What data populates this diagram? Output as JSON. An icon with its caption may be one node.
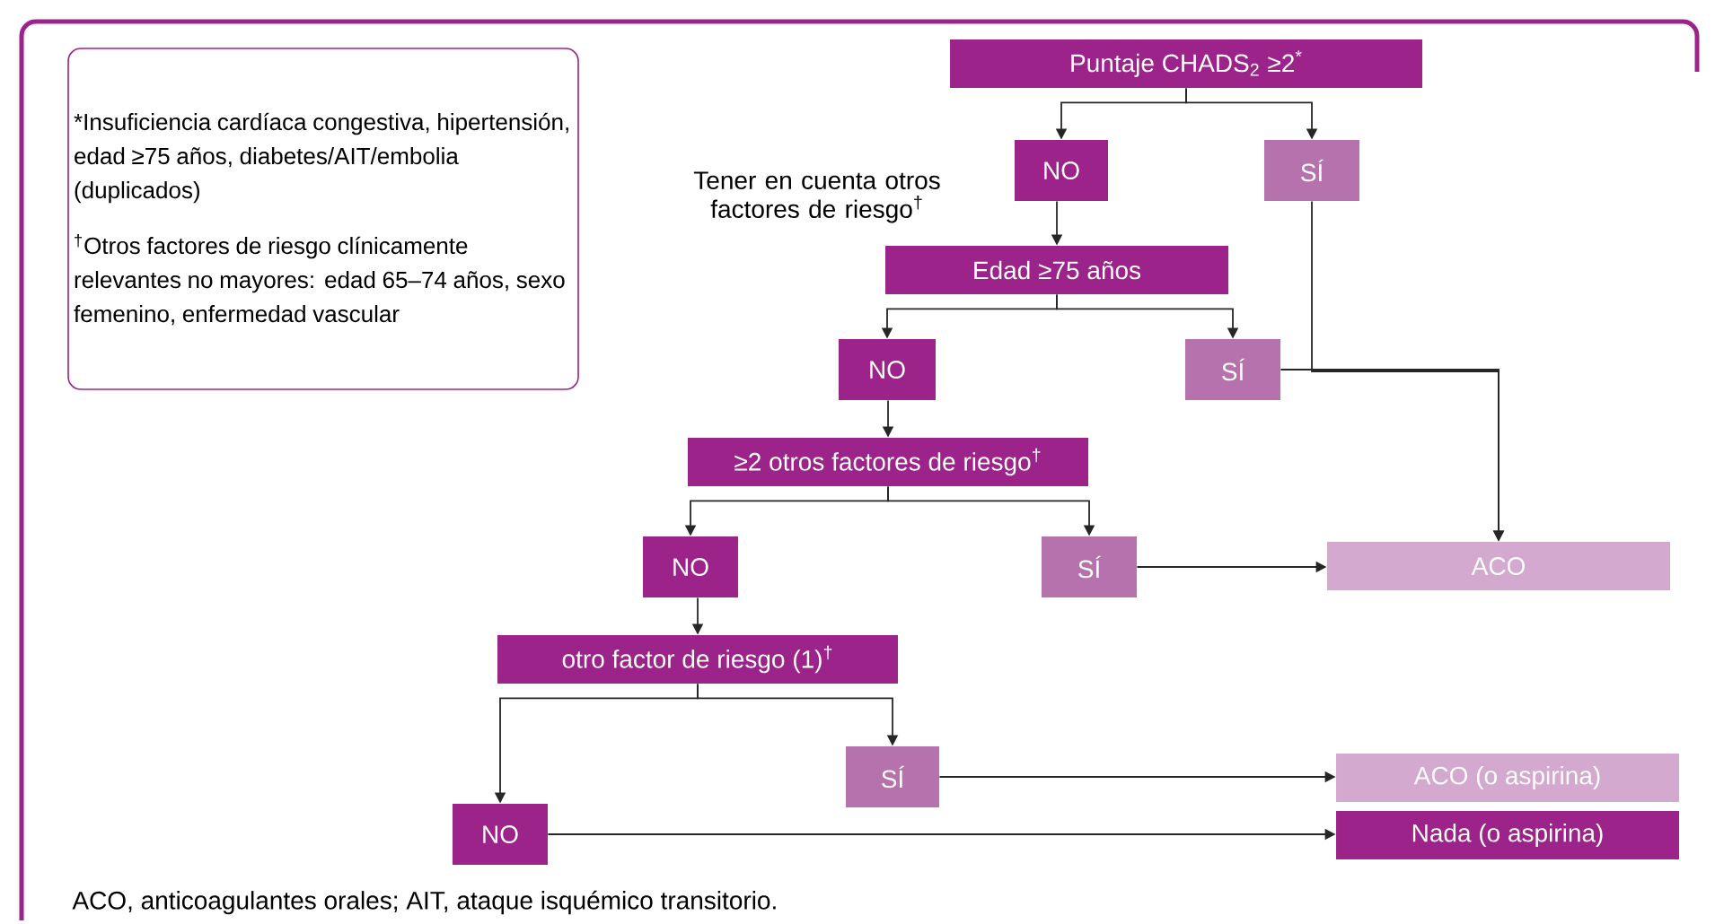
{
  "diagram": {
    "caption": "ACO, anticoagulantes orales; AIT, ataque isquémico transitorio.",
    "nodes": [
      {
        "text": [
          "Puntaje CHADS$_{2}$ ≥2$^{*}$"
        ]
      },
      {
        "text": [
          "NO"
        ]
      },
      {
        "text": [
          "SÍ"
        ]
      },
      {
        "text": [
          "Edad ≥75 años"
        ]
      },
      {
        "text": [
          "NO"
        ]
      },
      {
        "text": [
          "SÍ"
        ]
      },
      {
        "text": [
          "≥2 otros factores de riesgo$^{†}$"
        ]
      },
      {
        "text": [
          "NO"
        ]
      },
      {
        "text": [
          "SÍ"
        ]
      },
      {
        "text": [
          "ACO"
        ]
      },
      {
        "text": [
          "otro factor de riesgo (1)$^{†}$"
        ]
      },
      {
        "text": [
          "SÍ"
        ]
      },
      {
        "text": [
          "ACO (o aspirina)"
        ]
      },
      {
        "text": [
          "NO"
        ]
      },
      {
        "text": [
          "Nada (o aspirina)"
        ]
      },
      {
        "text": [
          "*Insuficiencia cardíaca congestiva, hipertensión, edad ≥75 años, diabetes/AIT/embolia (duplicados)",
          "$^{†}$Otros factores de riesgo clínicamente relevantes no mayores: edad 65–74 años, sexo femenino, enfermedad vascular"
        ]
      }
    ],
    "edges": [
      {
        "from": 0,
        "to": 1,
        "arrow": "to"
      },
      {
        "from": 0,
        "to": 2,
        "arrow": "to"
      },
      {
        "from": 1,
        "to": 3,
        "arrow": "to"
      },
      {
        "from": 3,
        "to": 4,
        "arrow": "to"
      },
      {
        "from": 3,
        "to": 5,
        "arrow": "to"
      },
      {
        "from": 2,
        "to": 9,
        "arrow": "to"
      },
      {
        "from": 5,
        "to": 9,
        "arrow": "to"
      },
      {
        "from": 4,
        "to": 6,
        "arrow": "to"
      },
      {
        "from": 6,
        "to": 7,
        "arrow": "to"
      },
      {
        "from": 6,
        "to": 8,
        "arrow": "to"
      },
      {
        "from": 8,
        "to": 9,
        "arrow": "to"
      },
      {
        "from": 7,
        "to": 10,
        "arrow": "to"
      },
      {
        "from": 10,
        "to": 13,
        "arrow": "to"
      },
      {
        "from": 10,
        "to": 11,
        "arrow": "to"
      },
      {
        "from": 11,
        "to": 12,
        "arrow": "to"
      },
      {
        "from": 13,
        "to": 14,
        "arrow": "to"
      }
    ],
    "labels": [
      "Tener en cuenta otros factores de riesgo$^{†}$"
    ]
  }
}
